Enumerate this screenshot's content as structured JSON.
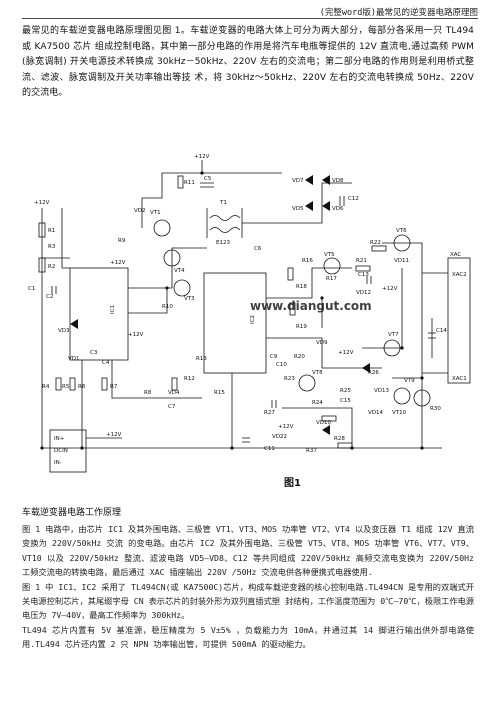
{
  "header": {
    "title": "(完整word版)最常见的逆变器电路原理图"
  },
  "intro": {
    "text": "最常见的车载逆变器电路原理图见图 1。车载逆变器的电路大体上可分为两大部分，每部分各采用一只 TL494 或 KA7500 芯片 组成控制电路，其中第一部分电路的作用是将汽车电瓶等提供的 12V 直流电,通过高频 PWM (脉宽调制) 开关电源技术转换成 30kHz－50kHz、220V 左右的交流电；第二部分电路的作用则是利用桥式整流、滤波、脉宽调制及开关功率输出等技 术，将 30kHz～50kHz、220V 左右的交流电转换成 50Hz、220V 的交流电。"
  },
  "diagram": {
    "caption": "图1",
    "watermark": "www.diangut.com",
    "labels": {
      "p12v_top": "+12V",
      "p12v_left": "+12V",
      "p12v_mid": "+12V",
      "p12v_ic1": "+12V",
      "p12v_vd11": "+12V",
      "p12v_vt7": "+12V",
      "p12v_dcin": "+12V",
      "p12v_bottom": "+12V",
      "r11": "R11",
      "c5": "C5",
      "vd7": "VD7",
      "vd8": "VD8",
      "vd5": "VD5",
      "vd6": "VD6",
      "c12": "C12",
      "vd2": "VD2",
      "vt1": "VT1",
      "r9": "R9",
      "t1": "T1",
      "e123": "E123",
      "c6": "C6",
      "r22": "R22",
      "vt6": "VT6",
      "r1": "R1",
      "r2": "R2",
      "r3": "R3",
      "c1": "C1",
      "c2": "C2",
      "ic1": "IC1",
      "ic2": "IC2",
      "vt4": "VT4",
      "vt3": "VT3",
      "r10": "R10",
      "r16": "R16",
      "vt5": "VT5",
      "r17": "R17",
      "r21": "R21",
      "c13": "C13",
      "vd11": "VD11",
      "vd12": "VD12",
      "xac": "XAC",
      "xac2": "XAC2",
      "xac1": "XAC1",
      "r18": "R18",
      "r19": "R19",
      "vd9": "VD9",
      "vt7": "VT7",
      "c14": "C14",
      "vd3": "VD3",
      "vd1": "VD1",
      "r4": "R4",
      "r5": "R5",
      "r6": "R6",
      "r7": "R7",
      "c3": "C3",
      "c4": "C4",
      "r8": "R8",
      "vd4": "VD4",
      "r12": "R12",
      "r13": "R13",
      "r15": "R15",
      "c9": "C9",
      "c10": "C10",
      "r20": "R20",
      "r23": "R23",
      "r24": "R24",
      "vt8": "VT8",
      "r25": "R25",
      "r26": "R26",
      "c15": "C15",
      "vd13": "VD13",
      "vd14": "VD14",
      "c7": "C7",
      "r27": "R27",
      "vt10": "VT10",
      "r30": "R30",
      "vt9": "VT9",
      "vd10": "VD10",
      "r28": "R28",
      "vd22": "VD22",
      "c11": "C11",
      "r37": "R37",
      "dcin_in_plus": "IN+",
      "dcin_name": "DCIN",
      "dcin_in_minus": "IN-"
    }
  },
  "section": {
    "title": "车载逆变器电路工作原理"
  },
  "body": {
    "p1": "图 1 电路中，由芯片 IC1 及其外围电路、三极管 VT1、VT3、MOS 功率管 VT2、VT4 以及变压器 T1 组成 12V 直流变换为 220V/50kHz 交流 的变电路。由芯片 IC2 及其外围电路、三极管 VT5、VT8、MOS 功率管 VT6、VT7、VT9、VT10 以及 220V/50kHz 整流、滤波电路 VD5—VD8、C12 等共同组成 220V/50kHz 高频交流电变换为 220V/50Hz 工频交流电的转换电路，最后通过 XAC 插座输出 220V /50Hz 交流电供各种便携式电器使用.",
    "p2": "图 1 中 IC1、IC2 采用了 TL494CN(或 KA7500C)芯片，构成车载逆变器的核心控制电路.TL494CN 是专用的双端式开关电源控制芯片，其尾缀字母 CN 表示芯片的封装外形为双列直插式塑 封结构，工作温度范围为 0℃—70℃，极限工作电源电压为 7V—40V，最高工作频率为 300kHz。",
    "p3": "TL494 芯片内置有 5V 基准源，稳压精度为 5 V±5% ，负载能力为 10mA，并通过其 14 脚进行输出供外部电路使用.TL494 芯片还内置 2 只 NPN 功率输出管，可提供 500mA 的驱动能力。"
  }
}
